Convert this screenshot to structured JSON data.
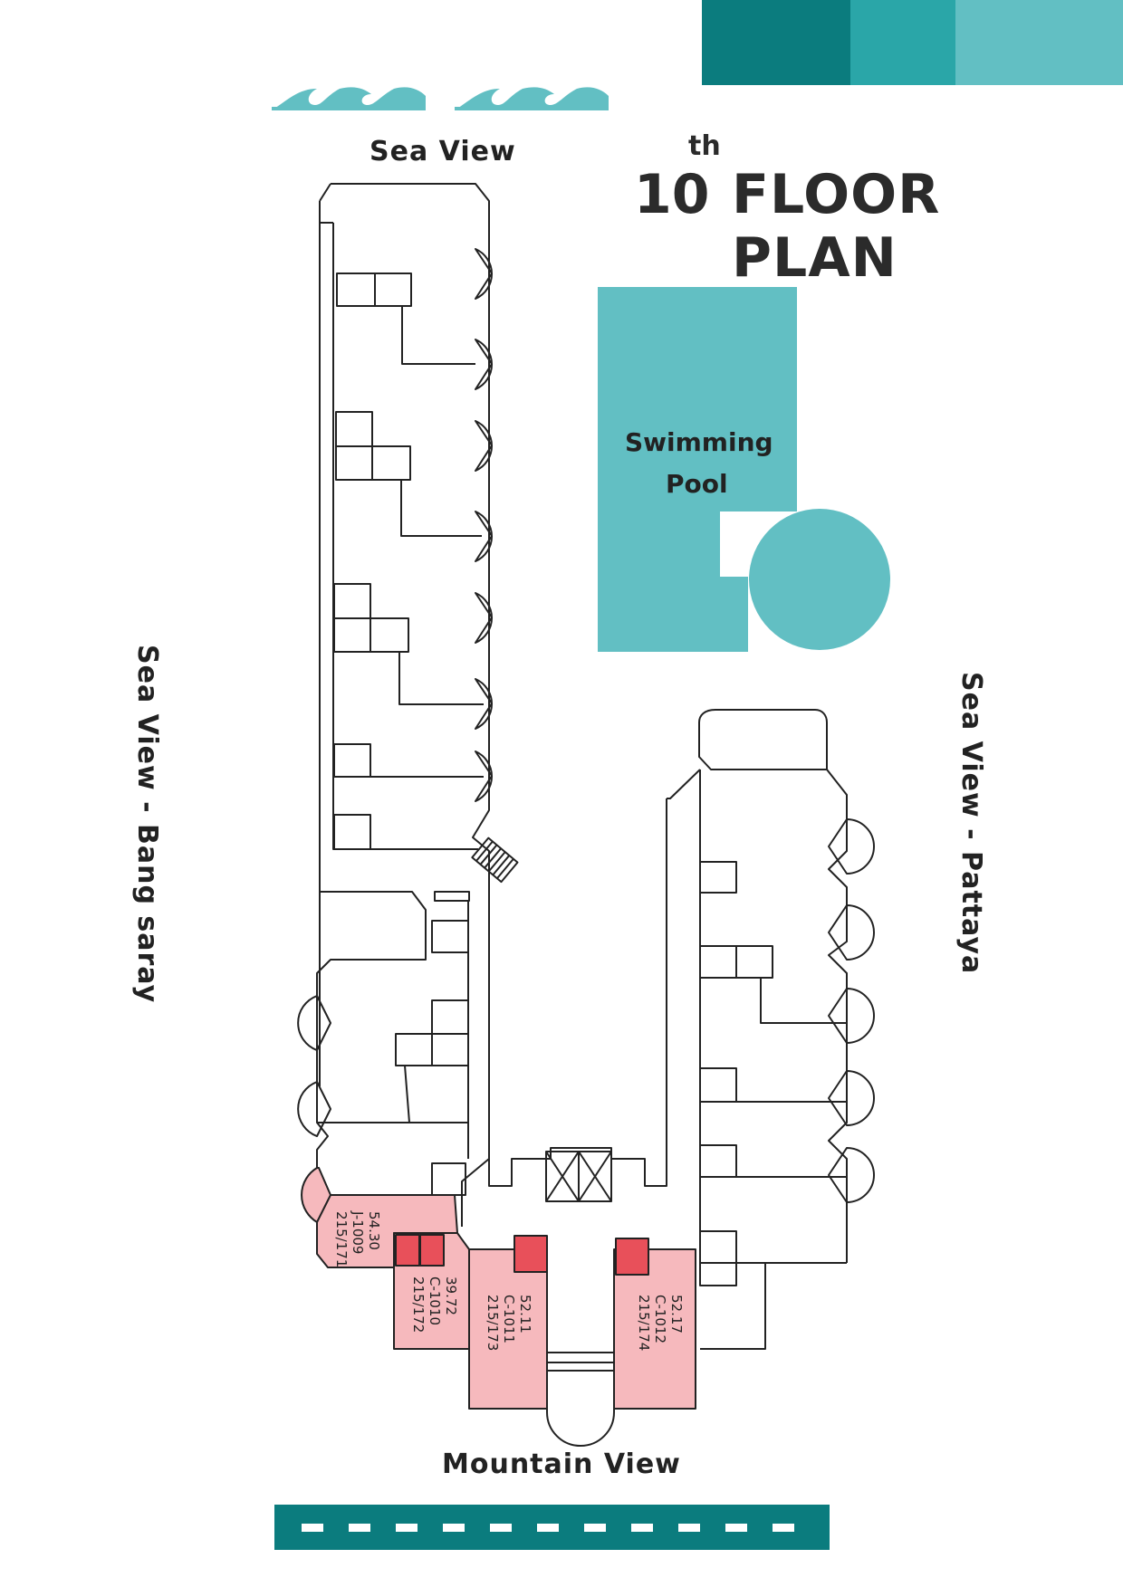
{
  "title": {
    "number": "10",
    "superscript": "th",
    "text": "FLOOR PLAN"
  },
  "directions": {
    "top": "Sea View",
    "left": "Sea View - Bang saray",
    "right": "Sea View - Pattaya",
    "bottom": "Mountain View"
  },
  "pool": {
    "line1": "Swimming",
    "line2": "Pool"
  },
  "units": [
    {
      "area": "54.30",
      "code": "J-1009",
      "number": "215/171"
    },
    {
      "area": "39.72",
      "code": "C-1010",
      "number": "215/172"
    },
    {
      "area": "52.11",
      "code": "C-1011",
      "number": "215/173"
    },
    {
      "area": "52.17",
      "code": "C-1012",
      "number": "215/174"
    }
  ],
  "colors": {
    "teal_dark": "#0b7c7e",
    "teal_mid": "#2aa6a8",
    "teal_light": "#62bfc3",
    "pool": "#62bfc3",
    "unit_fill": "#f6b9bd",
    "unit_accent": "#e8505a",
    "outline": "#222222"
  },
  "icons": {
    "waves": "wave-icon"
  }
}
